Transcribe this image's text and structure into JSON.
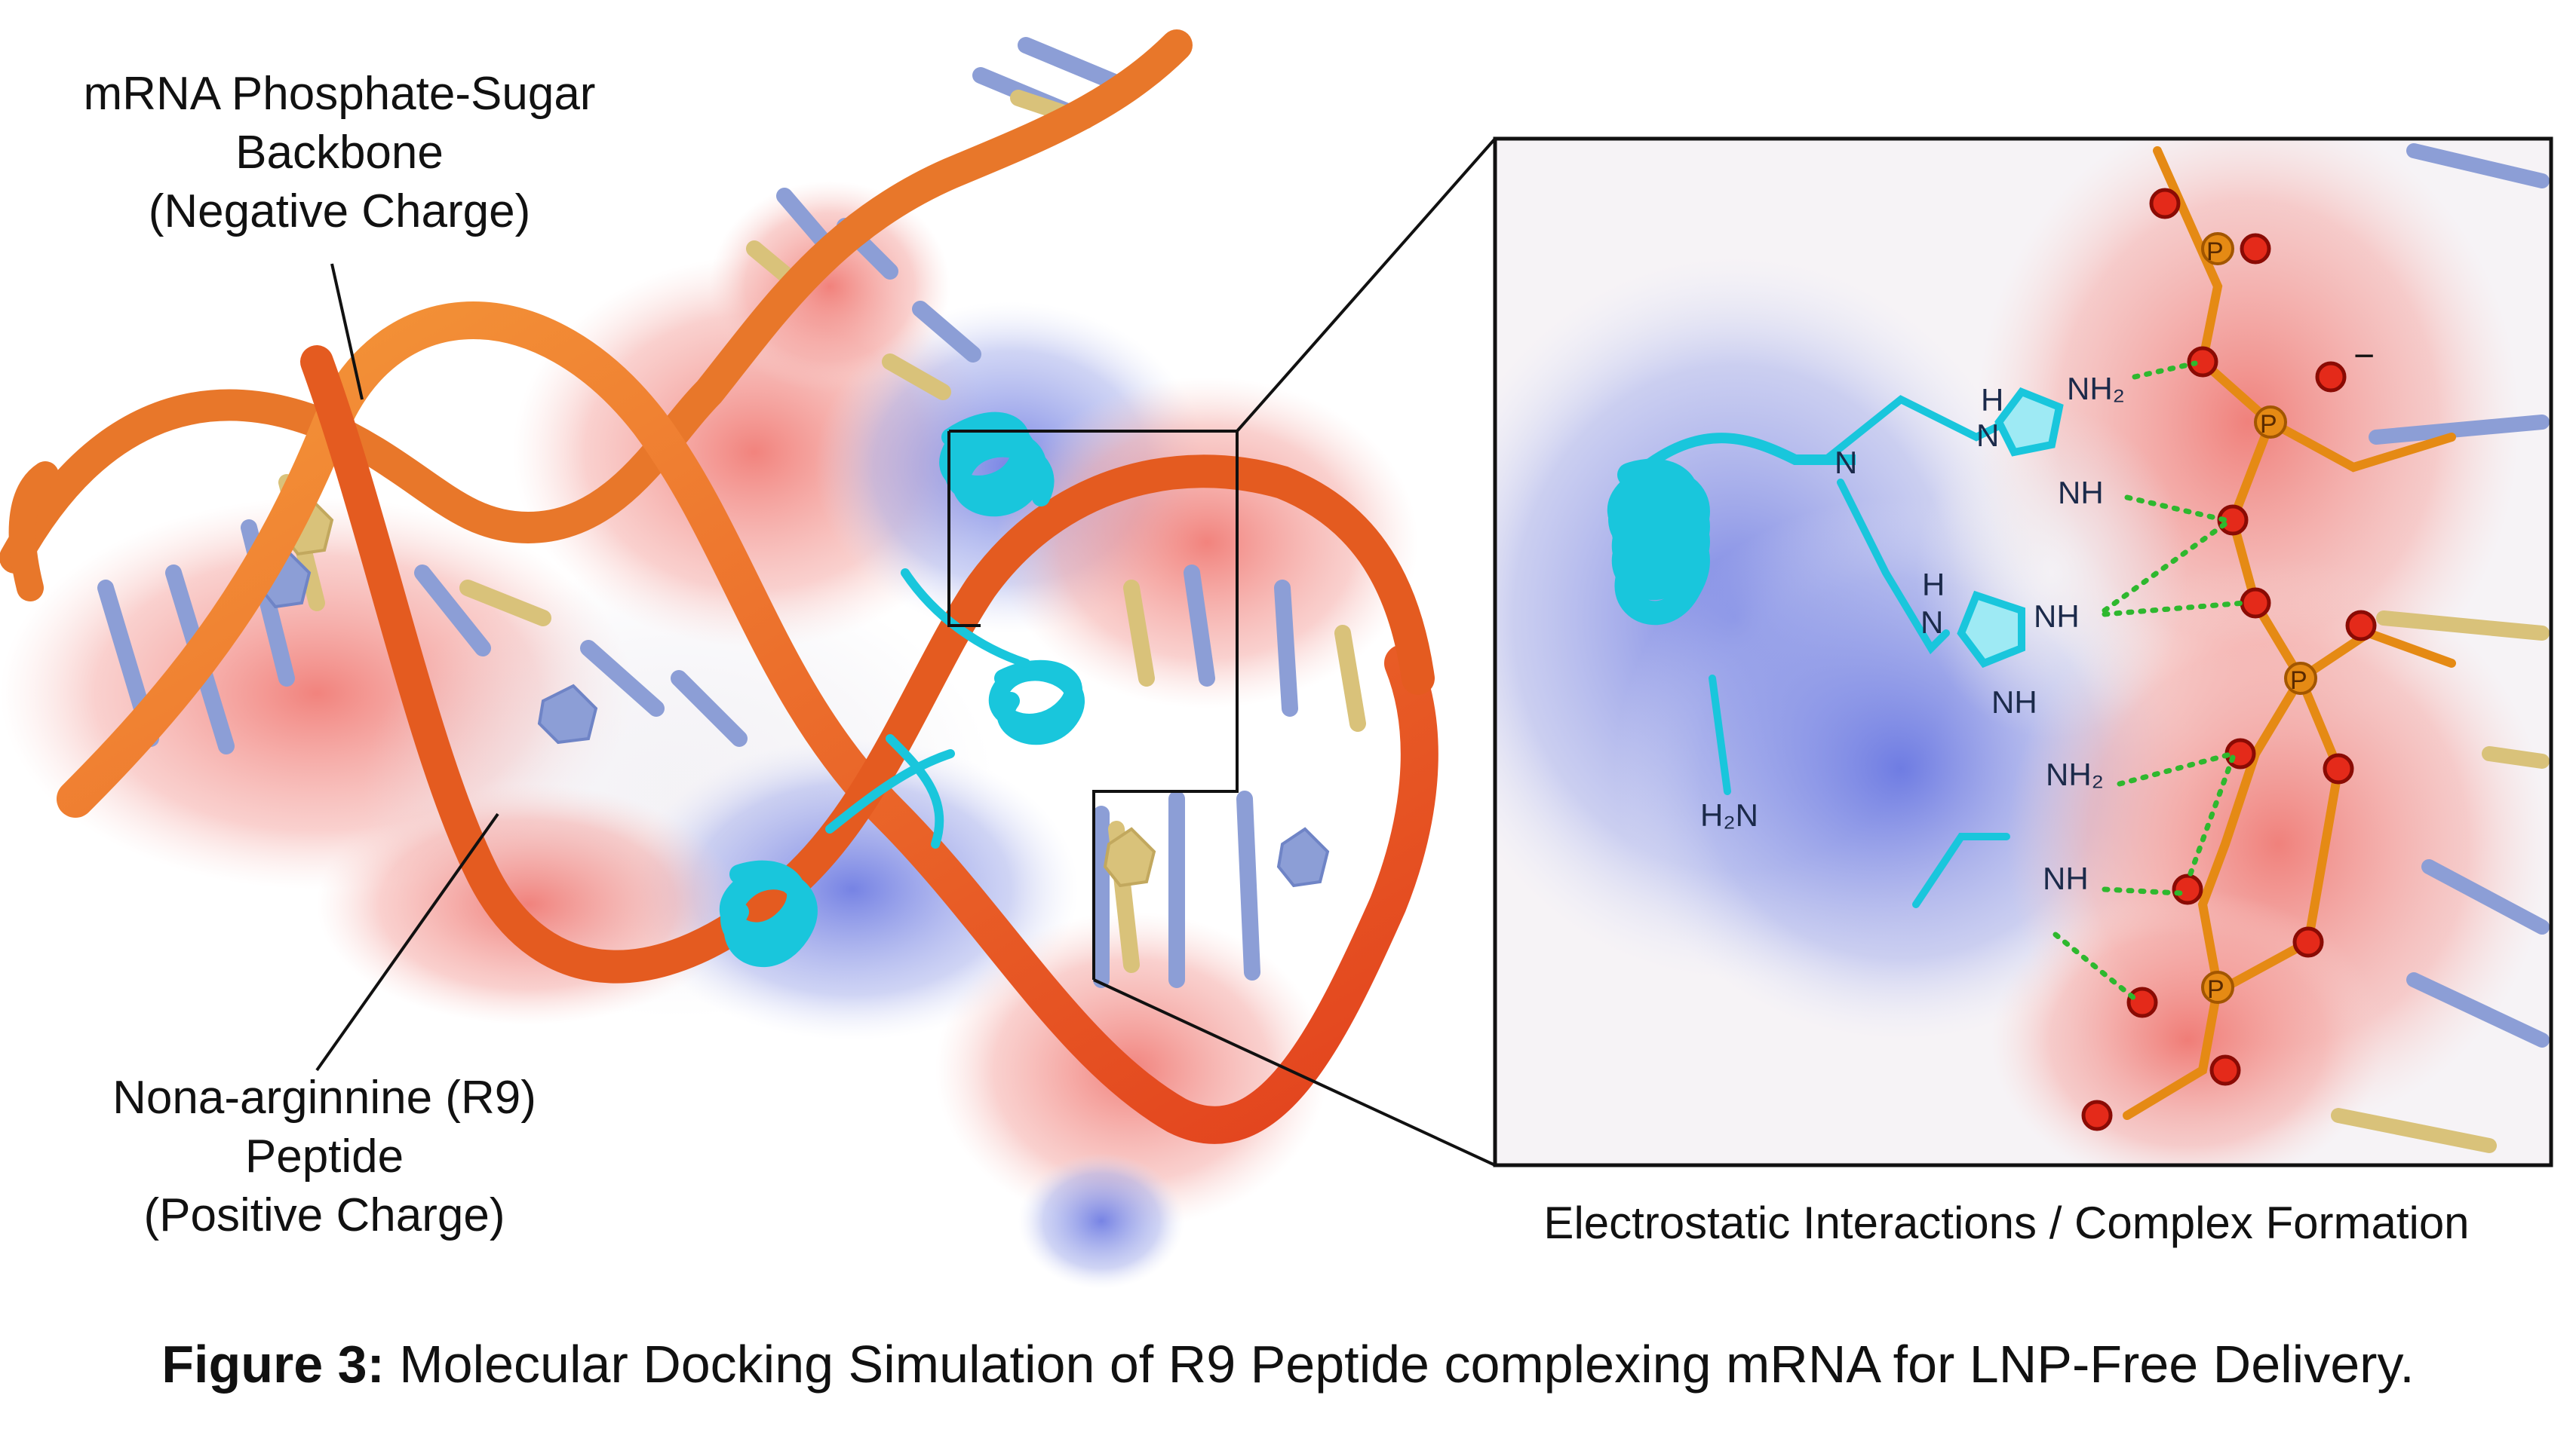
{
  "labels": {
    "backbone": [
      "mRNA Phosphate-Sugar",
      "Backbone",
      "(Negative Charge)"
    ],
    "peptide": [
      "Nona-arginnine (R9)",
      "Peptide",
      "(Positive Charge)"
    ]
  },
  "inset": {
    "caption": "Electrostatic Interactions / Complex Formation",
    "atoms": {
      "nh2_a": "NH₂",
      "h_a": "H",
      "n_a": "N",
      "nh_a": "NH",
      "n_chain": "N",
      "h_b": "H",
      "n_b": "N",
      "nh_b": "NH",
      "nh_c": "NH",
      "nh2_c": "NH₂",
      "nh_d": "NH",
      "h2n": "H₂N",
      "phosphorus": "P",
      "charge": "−"
    }
  },
  "caption": {
    "prefix": "Figure 3:",
    "text": " Molecular Docking Simulation of R9 Peptide complexing mRNA for LNP-Free Delivery."
  },
  "colors": {
    "backbone_orange": "#e8772a",
    "backbone_red": "#e2311b",
    "peptide_cyan": "#19c6dc",
    "surface_red": "#f2a2a0",
    "surface_blue": "#8b97e3",
    "base_blue": "#8c9ed6",
    "base_yellow": "#d9c27a",
    "hbond_green": "#2eb82e",
    "phosphate_orange": "#e58a14"
  }
}
